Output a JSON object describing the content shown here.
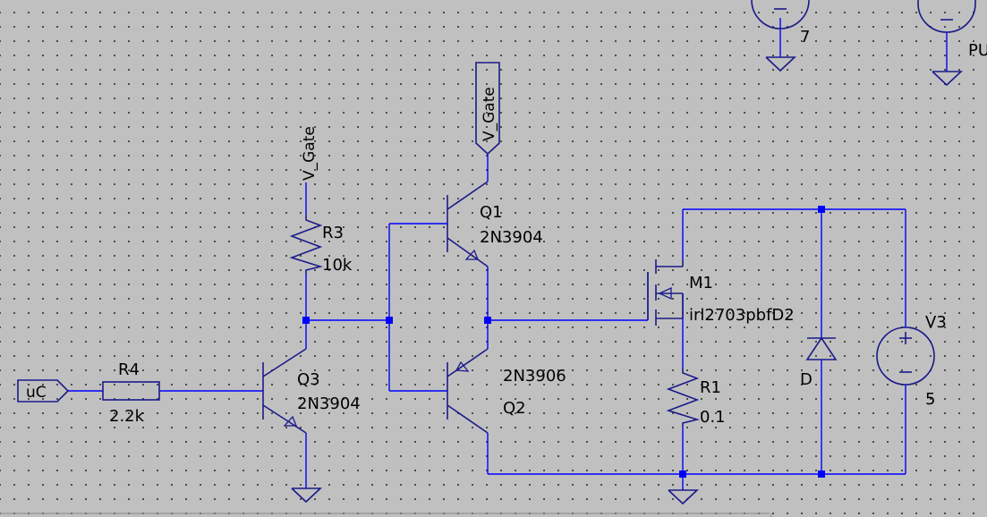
{
  "components": {
    "q1": {
      "name": "Q1",
      "model": "2N3904"
    },
    "q2": {
      "name": "Q2",
      "model": "2N3906"
    },
    "q3": {
      "name": "Q3",
      "model": "2N3904"
    },
    "m1": {
      "name": "M1",
      "model": "irl2703pbfD2"
    },
    "r1": {
      "name": "R1",
      "value": "0.1"
    },
    "r3": {
      "name": "R3",
      "value": "10k"
    },
    "r4": {
      "name": "R4",
      "value": "2.2k"
    },
    "d": {
      "name": "D"
    },
    "v3": {
      "name": "V3",
      "value": "5"
    }
  },
  "nets": {
    "v_gate": "V_Gate",
    "uc": "uC"
  },
  "offscreen": {
    "source_a_value": "7",
    "source_b_label": "PU"
  }
}
